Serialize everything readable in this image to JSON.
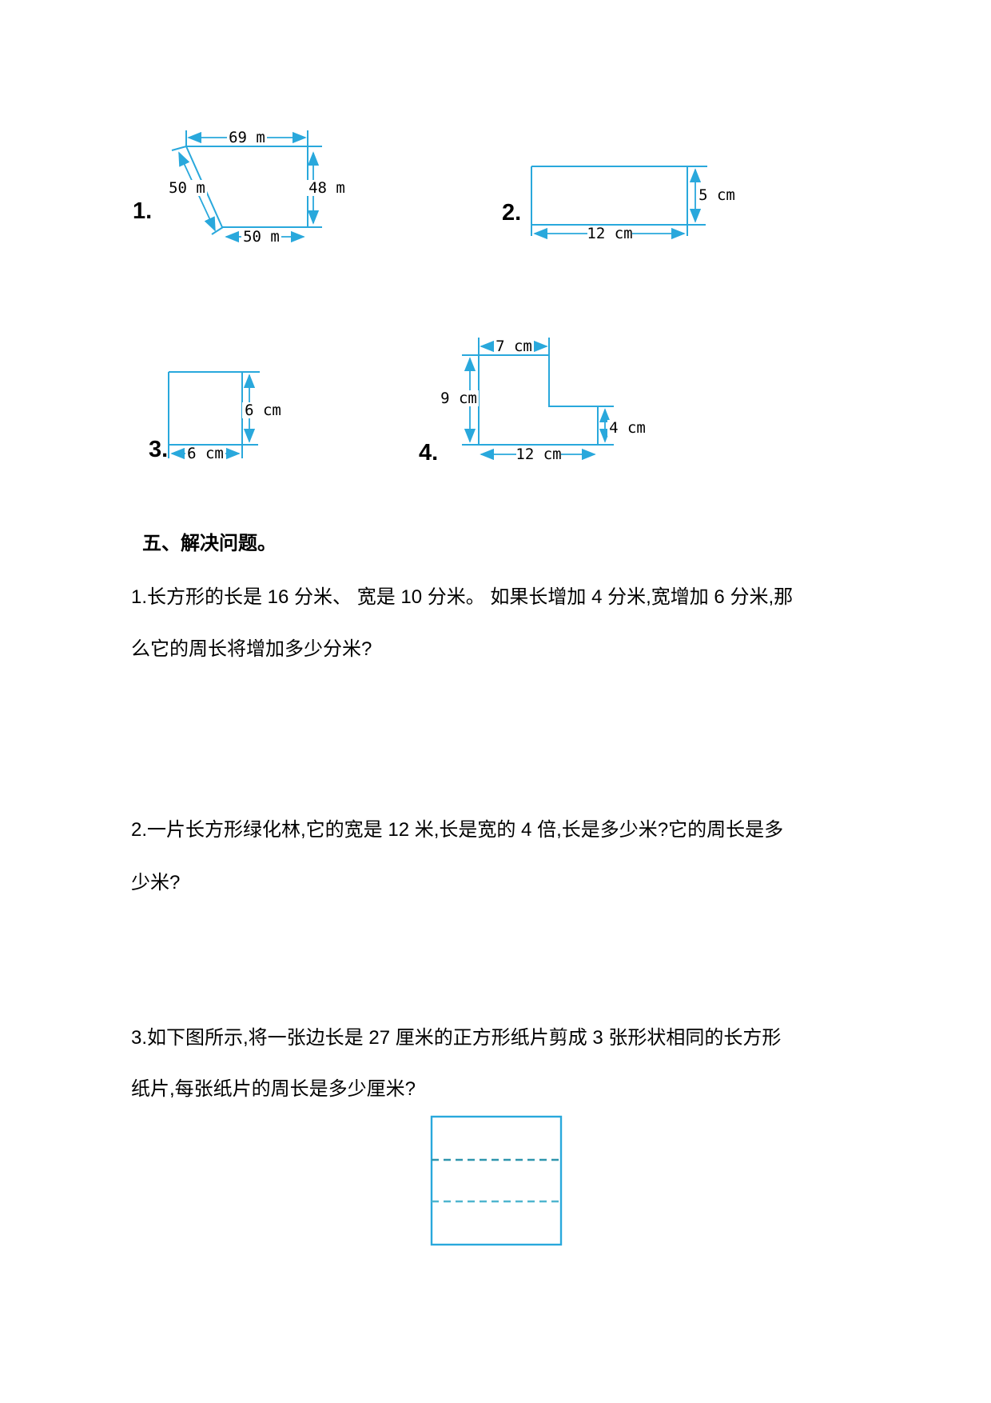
{
  "colors": {
    "figure_line": "#29a8dc",
    "dash_line_1": "#2f96ad",
    "dash_line_2": "#4fb5cf",
    "text": "#000000"
  },
  "section": {
    "label": "五、解决问题。"
  },
  "figures": {
    "fig1": {
      "number": "1.",
      "dim_top": "69 m",
      "dim_left": "50 m",
      "dim_right": "48 m",
      "dim_bottom": "50 m"
    },
    "fig2": {
      "number": "2.",
      "dim_right": "5 cm",
      "dim_bottom": "12 cm"
    },
    "fig3": {
      "number": "3.",
      "dim_right": "6 cm",
      "dim_bottom": "6 cm"
    },
    "fig4": {
      "number": "4.",
      "dim_top": "7 cm",
      "dim_left": "9 cm",
      "dim_right": "4 cm",
      "dim_bottom": "12 cm"
    }
  },
  "problems": {
    "p1": {
      "line1": "1.长方形的长是 16 分米、 宽是 10 分米。 如果长增加 4 分米,宽增加 6 分米,那",
      "line2": "么它的周长将增加多少分米?"
    },
    "p2": {
      "line1": "2.一片长方形绿化林,它的宽是 12 米,长是宽的 4 倍,长是多少米?它的周长是多",
      "line2": "少米?"
    },
    "p3": {
      "line1": "3.如下图所示,将一张边长是 27 厘米的正方形纸片剪成 3 张形状相同的长方形",
      "line2": "纸片,每张纸片的周长是多少厘米?"
    }
  }
}
